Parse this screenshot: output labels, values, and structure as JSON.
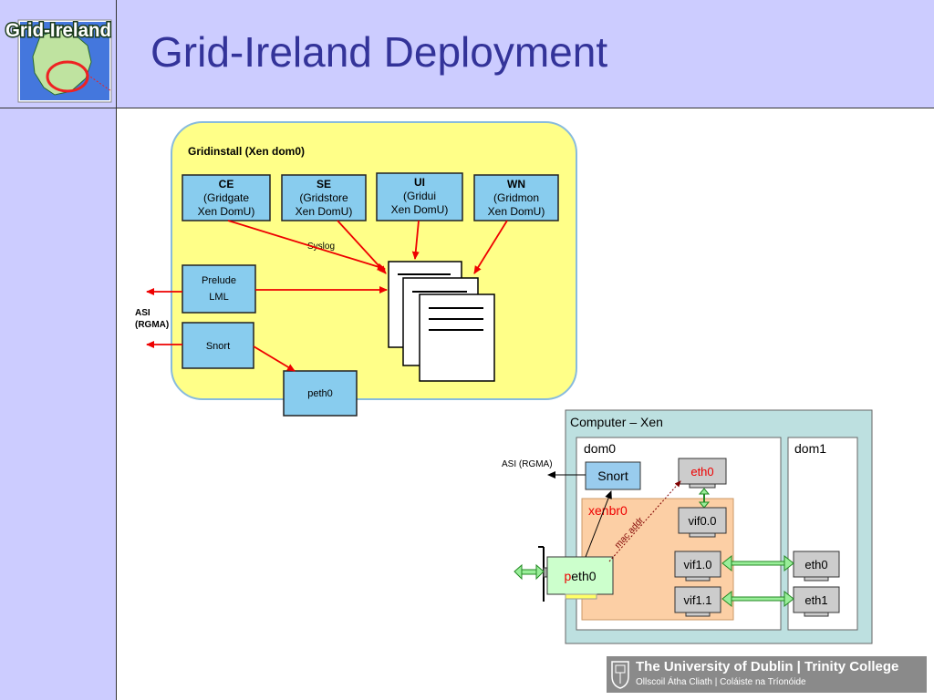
{
  "logo": {
    "text": "Grid-Ireland"
  },
  "title": "Grid-Ireland Deployment",
  "top_diagram": {
    "container_label": "Gridinstall (Xen dom0)",
    "boxes": [
      {
        "id": "ce",
        "title": "CE",
        "lines": [
          "(Gridgate",
          "Xen DomU)"
        ]
      },
      {
        "id": "se",
        "title": "SE",
        "lines": [
          "(Gridstore",
          "Xen DomU)"
        ]
      },
      {
        "id": "ui",
        "title": "UI",
        "lines": [
          "(Gridui",
          "Xen DomU)"
        ]
      },
      {
        "id": "wn",
        "title": "WN",
        "lines": [
          "(Gridmon",
          "Xen DomU)"
        ]
      }
    ],
    "prelude": [
      "Prelude",
      "LML"
    ],
    "snort": "Snort",
    "peth0": "peth0",
    "syslog": "Syslog",
    "asi": [
      "ASI",
      "(RGMA)"
    ]
  },
  "bottom_diagram": {
    "container_label": "Computer – Xen",
    "dom0": "dom0",
    "dom1": "dom1",
    "asi": "ASI (RGMA)",
    "snort": "Snort",
    "eth0_dom0": "eth0",
    "xenbr0": "xenbr0",
    "mac_addr": "mac addr",
    "vif00": "vif0.0",
    "vif10": "vif1.0",
    "vif11": "vif1.1",
    "peth0_p": "p",
    "peth0_rest": "eth0",
    "dom1_eth0": "eth0",
    "dom1_eth1": "eth1"
  },
  "footer": {
    "line1": "The University of Dublin | Trinity College",
    "line2": "Ollscoil Átha Cliath | Coláiste na Tríonóide"
  },
  "colors": {
    "band": "#ccccff",
    "title": "#333399",
    "yellow": "#ffff88",
    "blue_box": "#88ccee",
    "arrow": "#ee0000",
    "teal": "#bde0e0",
    "orange": "#fccfa5",
    "green": "#ccffcc"
  }
}
